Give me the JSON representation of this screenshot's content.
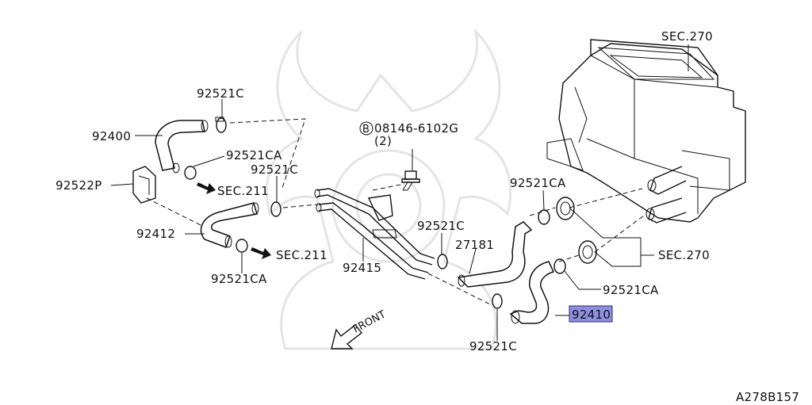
{
  "diagram": {
    "parts": {
      "hose_upper": "92400",
      "clamp_c_top": "92521C",
      "clamp_ca_upper": "92521CA",
      "hose_lower": "92412",
      "clamp_c_mid": "92521C",
      "clamp_ca_lower": "92521CA",
      "bracket": "92522P",
      "pipe_assembly": "92415",
      "bolt": "08146-6102G",
      "bolt_qty": "(2)",
      "bolt_symbol": "B",
      "hose_27181": "27181",
      "clamp_c_center": "92521C",
      "clamp_ca_right": "92521CA",
      "clamp_ca_right2": "92521CA",
      "hose_92410": "92410",
      "clamp_c_bottom": "92521C"
    },
    "sections": {
      "sec_270_top": "SEC.270",
      "sec_270_right": "SEC.270",
      "sec_211_upper": "SEC.211",
      "sec_211_lower": "SEC.211"
    },
    "front_label": "FRONT",
    "figure_id": "A278B157",
    "highlighted_part": "92410",
    "highlight_color": "#8f8fe0"
  }
}
